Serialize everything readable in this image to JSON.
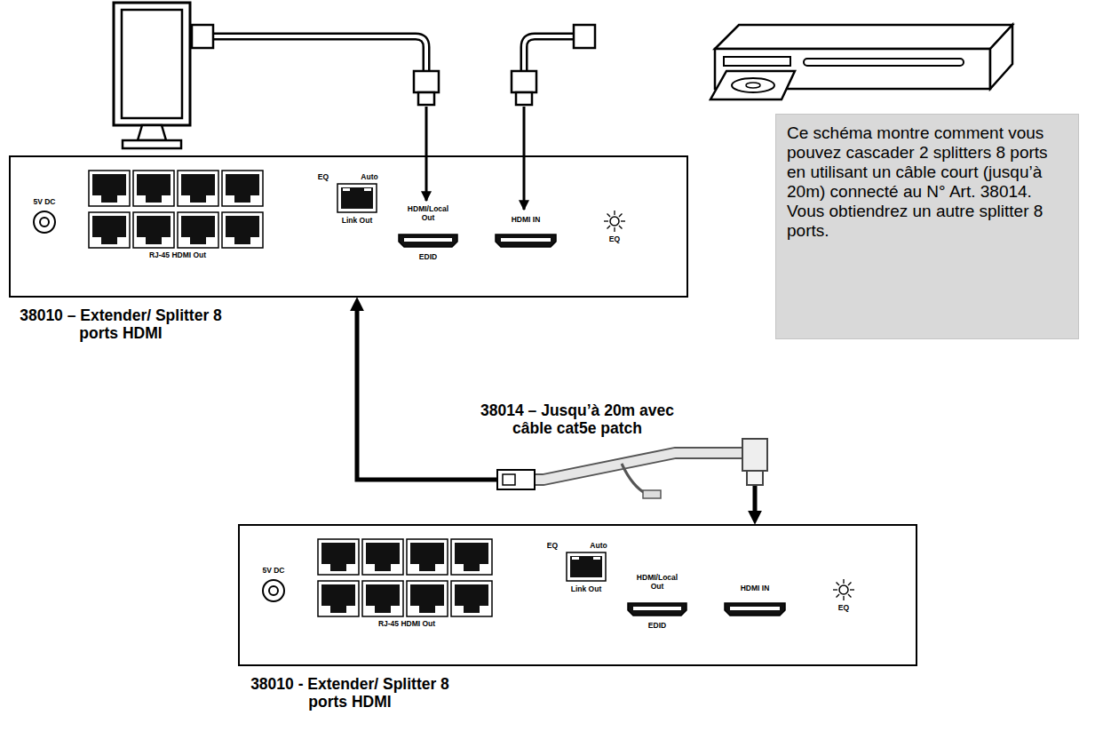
{
  "diagram": {
    "nodes": [
      {
        "text": [
          "5V DC",
          "RJ-45 HDMI Out",
          "EQ",
          "Auto",
          "Link Out",
          "HDMI/Local Out",
          "EDID",
          "HDMI IN",
          "EQ",
          "38010 – Extender/ Splitter 8 ports HDMI"
        ]
      },
      {
        "text": [
          "Ce schéma montre comment vous pouvez cascader 2 splitters 8 ports en utilisant un câble court (jusqu’à 20m) connecté au N° Art. 38014. Vous obtiendrez un autre splitter 8 ports."
        ]
      },
      {
        "text": [
          "5V DC",
          "RJ-45 HDMI Out",
          "EQ",
          "Auto",
          "Link Out",
          "HDMI/Local Out",
          "EDID",
          "HDMI IN",
          "EQ",
          "38010 - Extender/ Splitter 8 ports HDMI"
        ]
      }
    ],
    "edges": [
      {
        "from": 0,
        "to": 2,
        "arrow": "both",
        "label": "38014 – Jusqu’à 20m avec câble cat5e patch"
      }
    ]
  }
}
